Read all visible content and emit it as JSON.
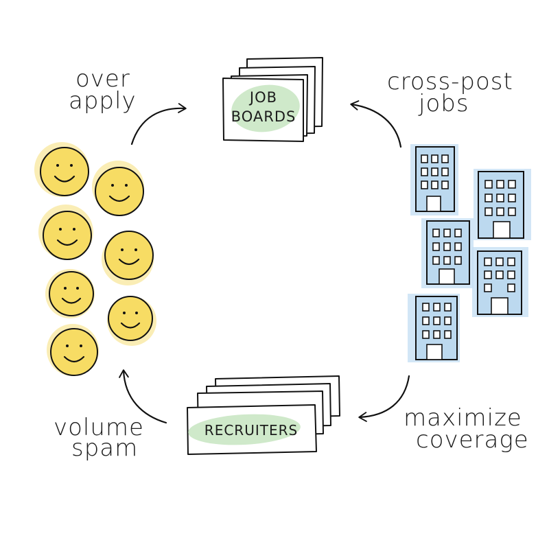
{
  "nodes": {
    "job_boards": {
      "line1": "JOB",
      "line2": "BOARDS"
    },
    "recruiters": {
      "label": "RECRUITERS"
    }
  },
  "edges": {
    "top_left": {
      "line1": "over",
      "line2": "apply"
    },
    "top_right": {
      "line1": "cross-post",
      "line2": "jobs"
    },
    "bottom_right": {
      "line1": "maximize",
      "line2": "coverage"
    },
    "bottom_left": {
      "line1": "volume",
      "line2": "spam"
    }
  },
  "groups": {
    "candidates": {
      "icon": "smiley-face-icon",
      "count": 7
    },
    "employers": {
      "icon": "office-building-icon",
      "count": 5
    }
  },
  "colors": {
    "ink": "#111111",
    "box_wash": "#bfe2b8",
    "face_fill": "#f7dc64",
    "building_fill": "#bcd9ef"
  }
}
